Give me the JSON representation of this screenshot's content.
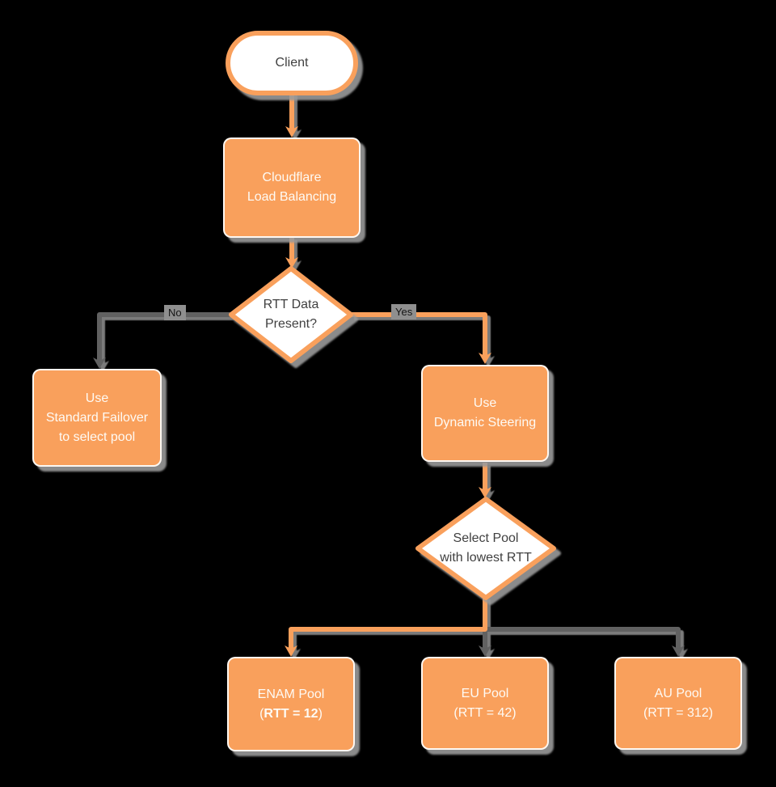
{
  "colors": {
    "background": "#000000",
    "accent_orange": "#F9A05C",
    "gray_edge": "#616161",
    "shadow_gray": "#9A9A9A",
    "node_text_light": "#FEFAF4",
    "node_text_dark": "#404040",
    "edge_label_bg": "#8F8F8F"
  },
  "nodes": {
    "client": {
      "label": "Client"
    },
    "load_balancer": {
      "line1": "Cloudflare",
      "line2": "Load Balancing"
    },
    "rtt_decision": {
      "line1": "RTT Data",
      "line2": "Present?"
    },
    "standard_failover": {
      "line1": "Use",
      "line2": "Standard Failover",
      "line3": "to select pool"
    },
    "dynamic_steering": {
      "line1": "Use",
      "line2": "Dynamic Steering"
    },
    "select_pool": {
      "line1": "Select Pool",
      "line2": "with lowest RTT"
    },
    "enam_pool": {
      "line1": "ENAM Pool",
      "line2_open": "(",
      "line2_bold": "RTT = 12",
      "line2_close": ")"
    },
    "eu_pool": {
      "line1": "EU Pool",
      "line2": "(RTT = 42)"
    },
    "au_pool": {
      "line1": "AU Pool",
      "line2": "(RTT = 312)"
    }
  },
  "edge_labels": {
    "no": "No",
    "yes": "Yes"
  }
}
